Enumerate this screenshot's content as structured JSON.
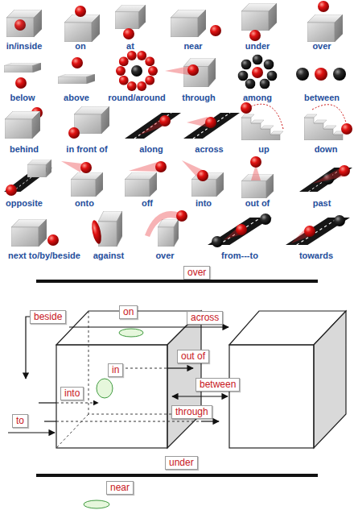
{
  "diagram": {
    "nodes": [
      {
        "text": [
          "over"
        ]
      },
      {
        "text": [
          "on"
        ]
      },
      {
        "text": [
          "beside"
        ]
      },
      {
        "text": [
          "across"
        ]
      },
      {
        "text": [
          "out of"
        ]
      },
      {
        "text": [
          "in"
        ]
      },
      {
        "text": [
          "between"
        ]
      },
      {
        "text": [
          "into"
        ]
      },
      {
        "text": [
          "through"
        ]
      },
      {
        "text": [
          "to"
        ]
      },
      {
        "text": [
          "under"
        ]
      },
      {
        "text": [
          "near"
        ]
      }
    ],
    "labels": [
      "in/inside",
      "on",
      "at",
      "near",
      "under",
      "over",
      "below",
      "above",
      "round/around",
      "through",
      "among",
      "between",
      "behind",
      "in front of",
      "along",
      "across",
      "up",
      "down",
      "opposite",
      "onto",
      "off",
      "into",
      "out of",
      "past",
      "next to/by/beside",
      "against",
      "over",
      "from---to",
      "towards"
    ]
  }
}
